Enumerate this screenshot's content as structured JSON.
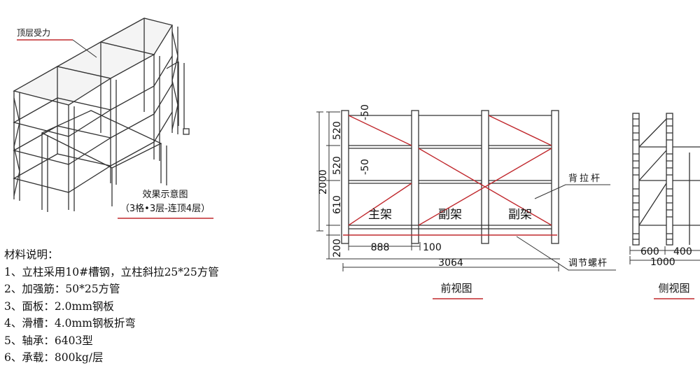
{
  "iso": {
    "callout": "顶层受力",
    "caption_title": "效果示意图",
    "caption_sub": "（3格•3层-连顶4层）"
  },
  "front": {
    "dims_left": [
      "-50",
      "520",
      "520",
      "-50",
      "610",
      "200"
    ],
    "total_height": "2000",
    "bay_width": "888",
    "gap_width": "100",
    "total_width": "3064",
    "bay_labels": [
      "主架",
      "副架",
      "副架"
    ],
    "back_brace_label": "背拉杆",
    "screw_label": "调节螺杆",
    "caption": "前视图"
  },
  "side": {
    "dim_a": "600",
    "dim_b": "400",
    "dim_total": "1000",
    "caption": "侧视图"
  },
  "materials": {
    "title": "材料说明：",
    "items": [
      "1、立柱采用10#槽钢，立柱斜拉25*25方管",
      "2、加强筋：50*25方管",
      "3、面板：2.0mm钢板",
      "4、滑槽：4.0mm钢板折弯",
      "5、轴承：6403型",
      "6、承载：800kg/层"
    ]
  },
  "colors": {
    "ink": "#222222",
    "accent": "#c0282d"
  }
}
